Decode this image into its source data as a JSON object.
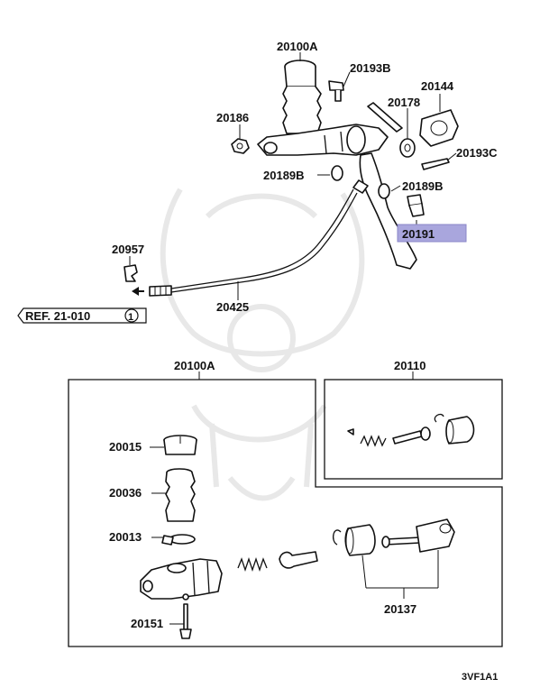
{
  "diagram": {
    "labels": {
      "upper_master_cylinder": "20100A",
      "upper_bolt_b": "20193B",
      "upper_nut": "20186",
      "upper_bushing": "20178",
      "upper_gasket": "20144",
      "upper_pin_c": "20193C",
      "upper_washer_b_left": "20189B",
      "upper_washer_b_right": "20189B",
      "highlighted_part": "20191",
      "clip": "20957",
      "hose": "20425",
      "ref": "REF. 21-010",
      "ref_circle": "1",
      "kit_box": "20100A",
      "repair_kit_box": "20110",
      "cap": "20015",
      "boot": "20036",
      "clamp": "20013",
      "push_rod": "20137",
      "bleeder": "20151",
      "figure_code": "3VF1A1"
    },
    "highlight_color": "#a9a6dd"
  }
}
